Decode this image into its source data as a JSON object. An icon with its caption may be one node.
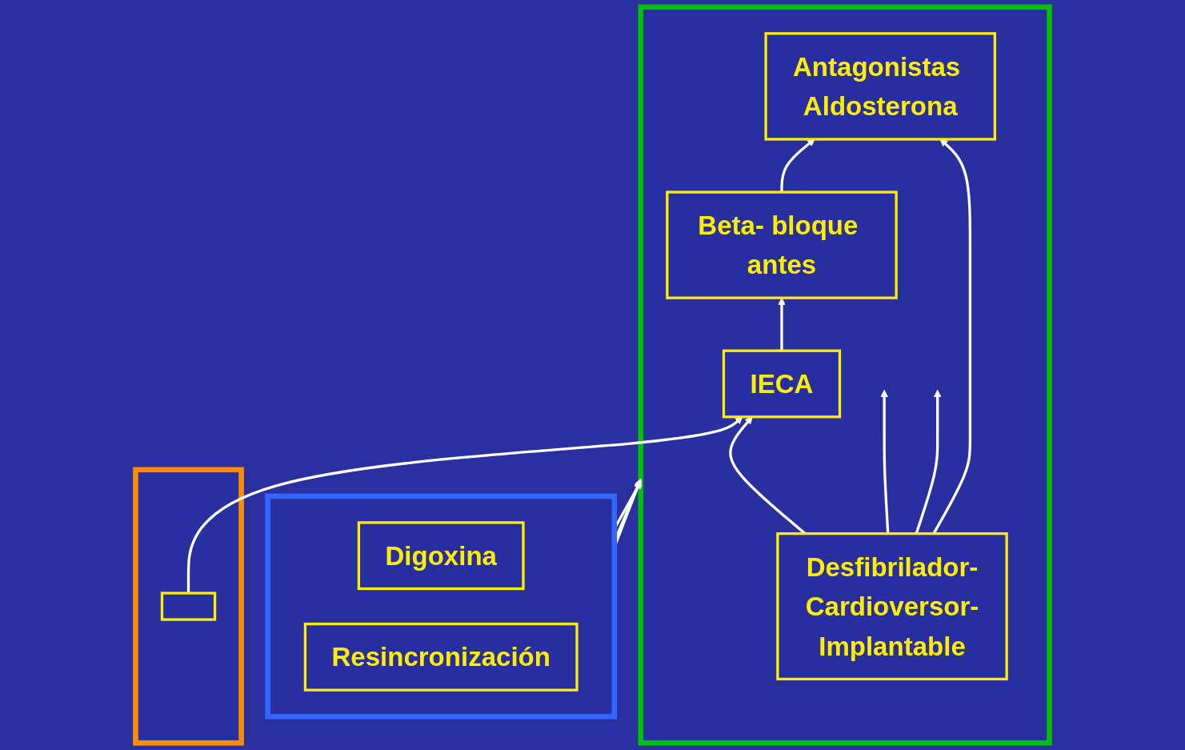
{
  "diagram": {
    "nodes": [
      {
        "text": [],
        "shape": "box"
      },
      {
        "text": [],
        "shape": "box",
        "in": 0
      },
      {
        "text": [],
        "shape": "box"
      },
      {
        "text": [
          "IECA"
        ],
        "in": 2
      },
      {
        "text": [
          "Beta- bloque antes"
        ],
        "in": 2
      },
      {
        "text": [
          "Antagonistas Aldosterona"
        ],
        "in": 2
      },
      {
        "text": [
          "Desfibrilador-Cardioversor-Implantable"
        ],
        "in": 2
      },
      {
        "text": [],
        "shape": "box"
      },
      {
        "text": [
          "Digoxina"
        ],
        "in": 7
      },
      {
        "text": [
          "Resincronización"
        ],
        "in": 7
      }
    ],
    "edges": [
      {
        "from": 1,
        "to": 3,
        "arrow": "to"
      },
      {
        "from": 3,
        "to": 4,
        "arrow": "to"
      },
      {
        "from": 4,
        "to": 5,
        "arrow": "to"
      },
      {
        "from": 6,
        "to": 3,
        "arrow": "to"
      },
      {
        "from": 6,
        "to": null,
        "arrow": "to"
      },
      {
        "from": 6,
        "to": null,
        "arrow": "to"
      },
      {
        "from": 6,
        "to": 5,
        "arrow": "to"
      },
      {
        "from": 7,
        "to": 2,
        "arrow": "to"
      },
      {
        "from": 7,
        "to": 2,
        "arrow": "to"
      },
      {
        "from": 7,
        "to": 2,
        "arrow": "to"
      },
      {
        "from": 7,
        "to": 2,
        "arrow": "to"
      }
    ]
  }
}
